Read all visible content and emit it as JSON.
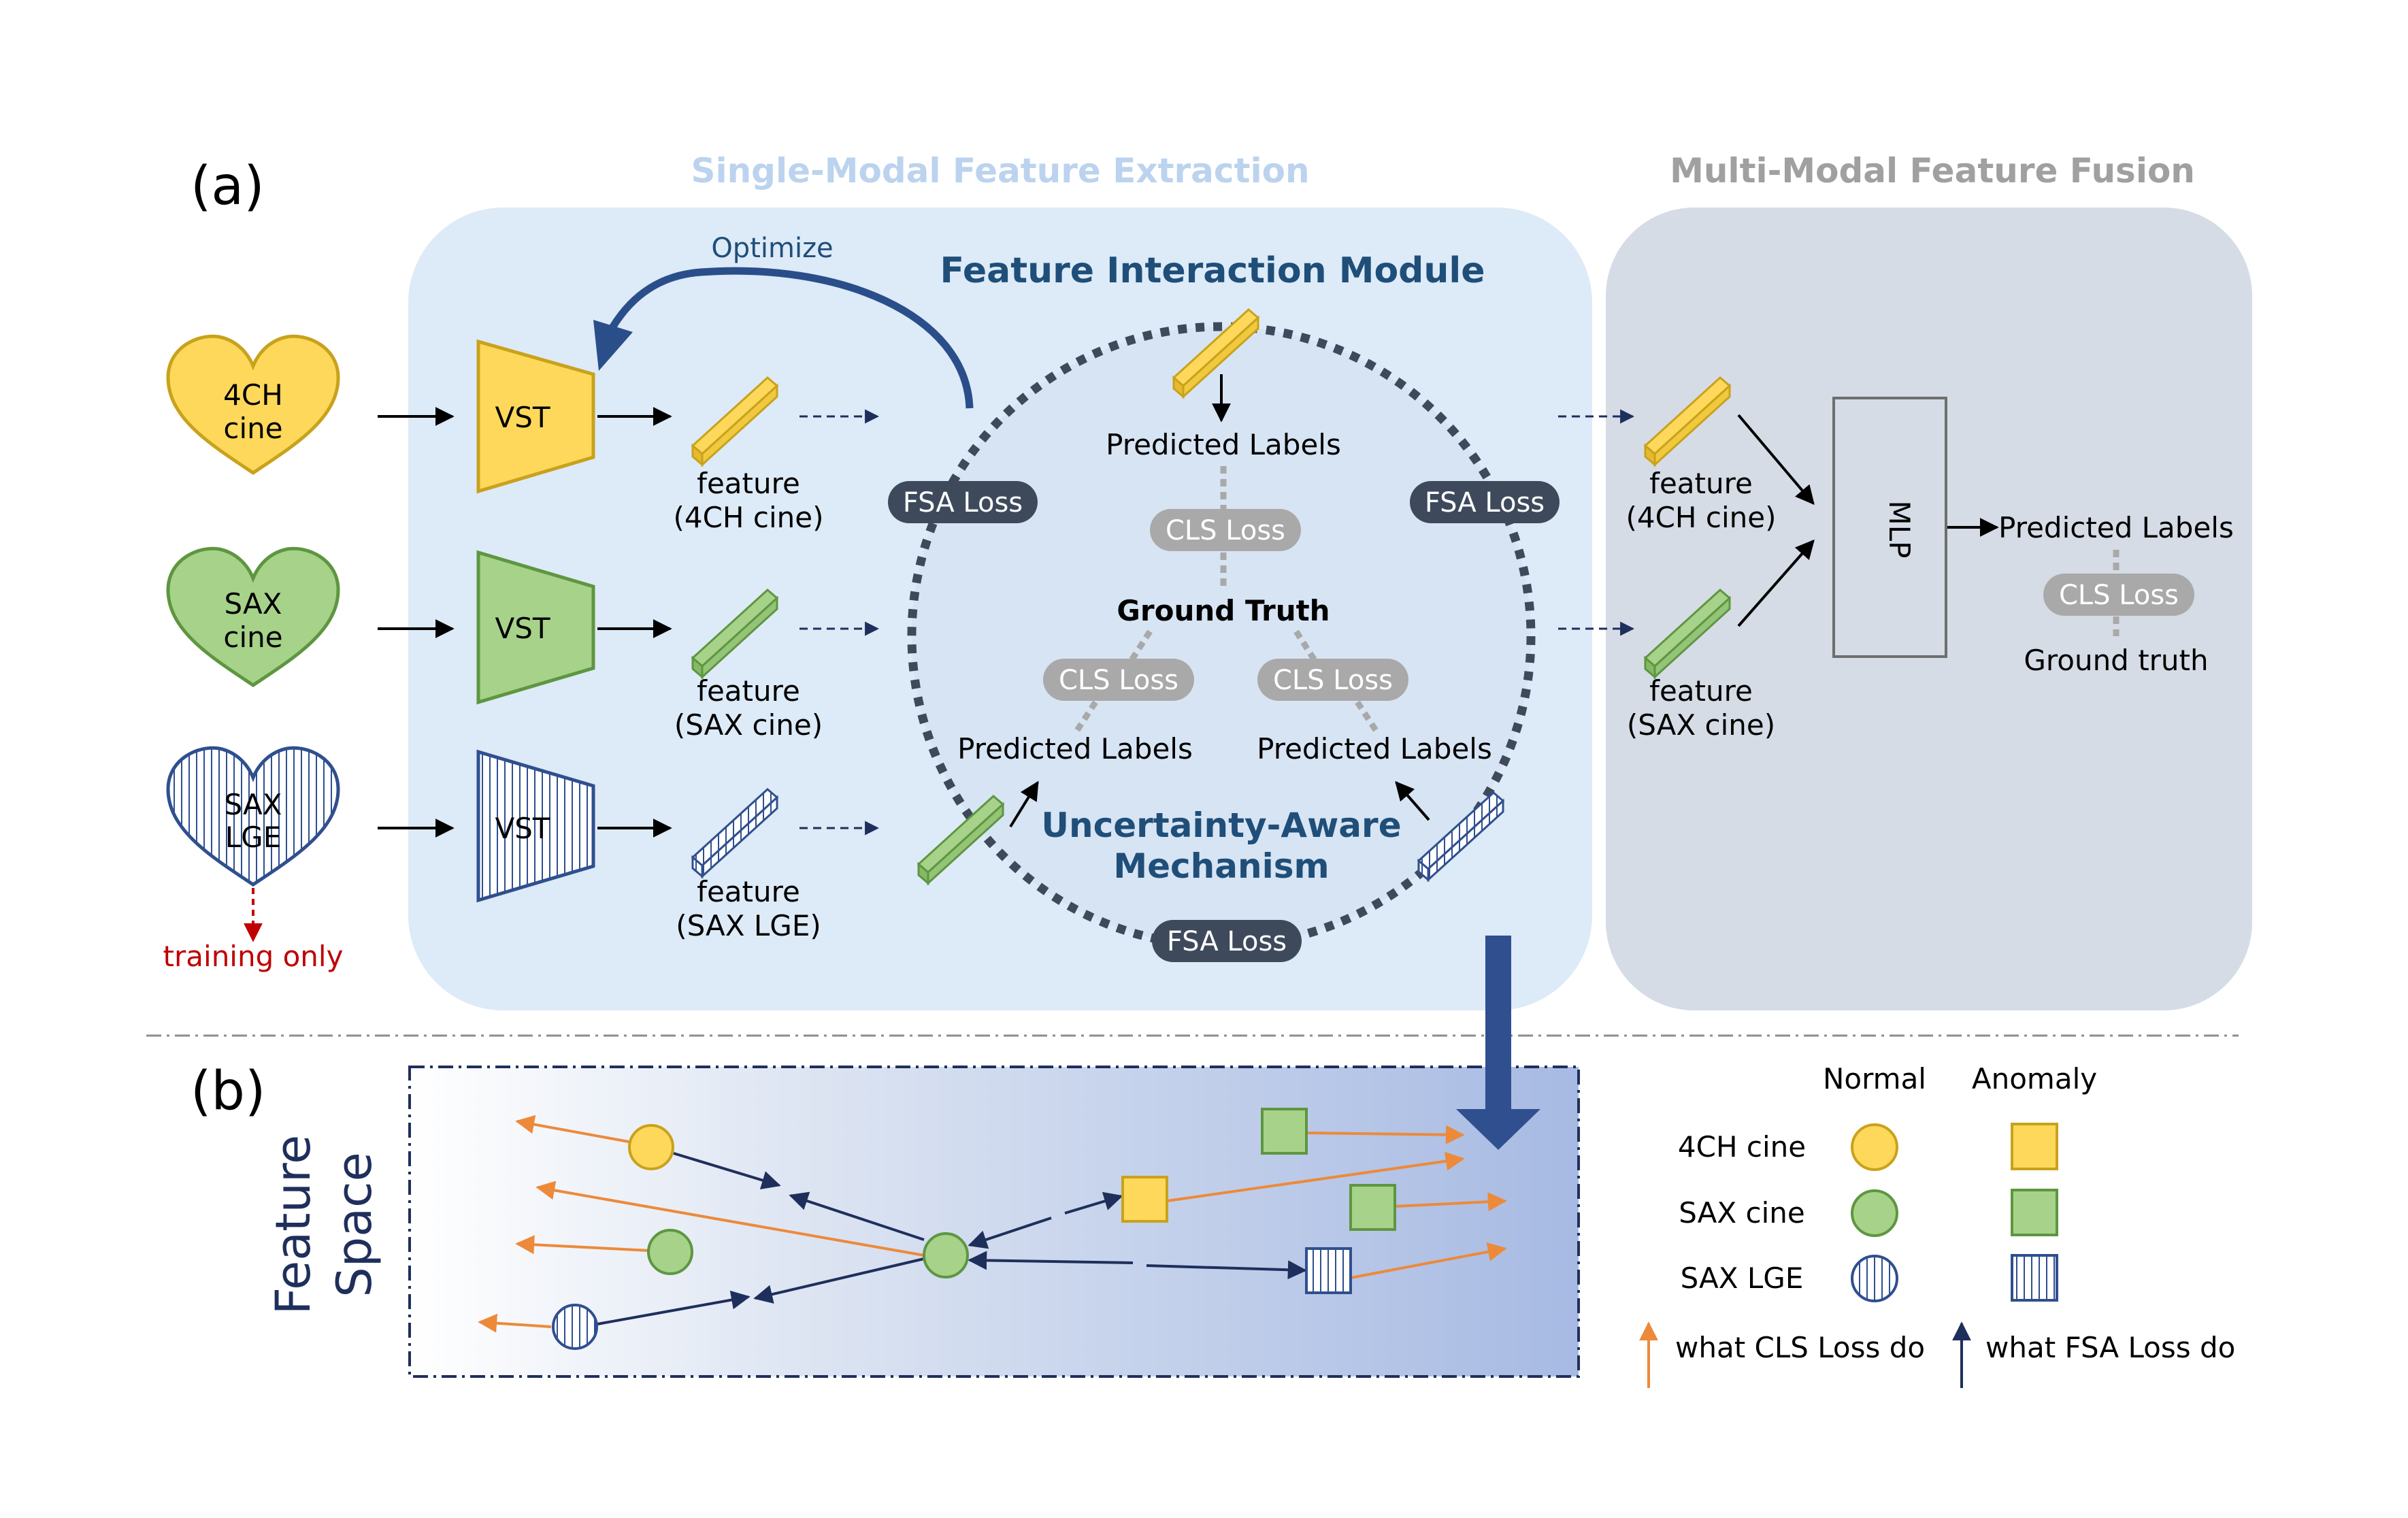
{
  "panel_a": {
    "label": "(a)",
    "section_single": "Single-Modal Feature Extraction",
    "section_multi": "Multi-Modal Feature Fusion",
    "optimize": "Optimize",
    "fim_title": "Feature Interaction Module",
    "uam_title_1": "Uncertainty-Aware",
    "uam_title_2": "Mechanism",
    "inputs": [
      {
        "line1": "4CH",
        "line2": "cine"
      },
      {
        "line1": "SAX",
        "line2": "cine"
      },
      {
        "line1": "SAX",
        "line2": "LGE"
      }
    ],
    "training_only": "training only",
    "vst": "VST",
    "features": [
      {
        "line1": "feature",
        "line2": "(4CH cine)"
      },
      {
        "line1": "feature",
        "line2": "(SAX cine)"
      },
      {
        "line1": "feature",
        "line2": "(SAX LGE)"
      }
    ],
    "fsa_loss": "FSA Loss",
    "cls_loss": "CLS Loss",
    "predicted_labels": "Predicted Labels",
    "ground_truth_bold": "Ground Truth",
    "mlp": "MLP",
    "ground_truth": "Ground truth"
  },
  "panel_b": {
    "label": "(b)",
    "feature_space_1": "Feature",
    "feature_space_2": "Space"
  },
  "legend": {
    "normal": "Normal",
    "anomaly": "Anomaly",
    "rows": [
      "4CH cine",
      "SAX cine",
      "SAX LGE"
    ],
    "cls_do": "what CLS Loss do",
    "fsa_do": "what FSA Loss do"
  },
  "colors": {
    "yellow": "#FDD85A",
    "yellow_stroke": "#C9A21C",
    "green": "#A6D28A",
    "green_stroke": "#5E9640",
    "blue_stroke": "#2F4F8F",
    "navy": "#1F2F5C",
    "orange": "#EC8A3A",
    "panel_single": "#DDEAF7",
    "panel_multi": "#D5DCE6",
    "pill_dark": "#3E4A5C",
    "pill_gray": "#A9A9A9"
  }
}
